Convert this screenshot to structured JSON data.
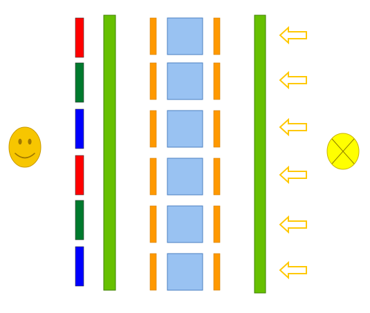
{
  "palette": {
    "smiley_fill": "#f7c600",
    "smiley_stroke": "#c99a00",
    "smiley_feature": "#a07800",
    "sun_fill": "#ffff00",
    "sun_stroke": "#c9b300",
    "filter_red": "#ff0000",
    "filter_green": "#007a2e",
    "filter_blue": "#0000ff",
    "panel_green": "#66c000",
    "panel_green_stroke": "#3f7f00",
    "orange": "#ff9900",
    "orange_stroke": "#cc7a00",
    "cell_blue": "#99c2f2",
    "cell_blue_stroke": "#4a7fc0",
    "arrow_fill": "#ffffff",
    "arrow_stroke": "#ffc800"
  },
  "components": {
    "viewer": {
      "icon": "smiley-face-icon"
    },
    "light_source": {
      "icon": "circle-x-icon"
    },
    "color_filters": [
      "red",
      "green",
      "blue",
      "red",
      "green",
      "blue"
    ],
    "liquid_crystal_cells": 6,
    "incoming_light_arrows": 6,
    "arrow_direction": "left"
  }
}
